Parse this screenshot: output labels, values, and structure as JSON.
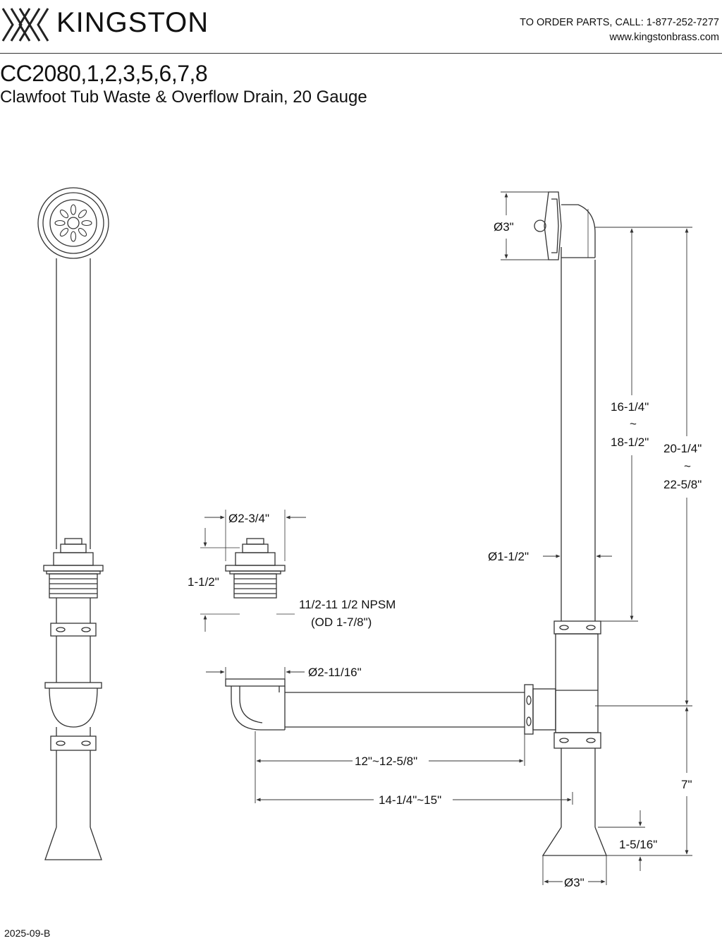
{
  "header": {
    "brand": "KINGSTON",
    "contact_line1": "TO ORDER PARTS, CALL: 1-877-252-7277",
    "contact_line2": "www.kingstonbrass.com",
    "model": "CC2080,1,2,3,5,6,7,8",
    "description": "Clawfoot Tub Waste & Overflow Drain, 20 Gauge"
  },
  "dimensions": {
    "overflow_dia": "Ø3\"",
    "drain_dia": "Ø2-3/4\"",
    "drain_height": "1-1/2\"",
    "thread_spec": "11/2-11 1/2 NPSM",
    "thread_od": "(OD 1-7/8\")",
    "riser_len_a": "16-1/4\"",
    "riser_len_b": "18-1/2\"",
    "total_height_a": "20-1/4\"",
    "total_height_b": "22-5/8\"",
    "tilde": "~",
    "pipe_dia": "Ø1-1/2\"",
    "elbow_dia": "Ø2-11/16\"",
    "horiz_len": "12\"~12-5/8\"",
    "overall_len": "14-1/4\"~15\"",
    "tee_height": "7\"",
    "foot_height": "1-5/16\"",
    "foot_dia": "Ø3\""
  },
  "footer": {
    "revision": "2025-09-B"
  },
  "colors": {
    "line": "#333333",
    "text": "#111111"
  }
}
